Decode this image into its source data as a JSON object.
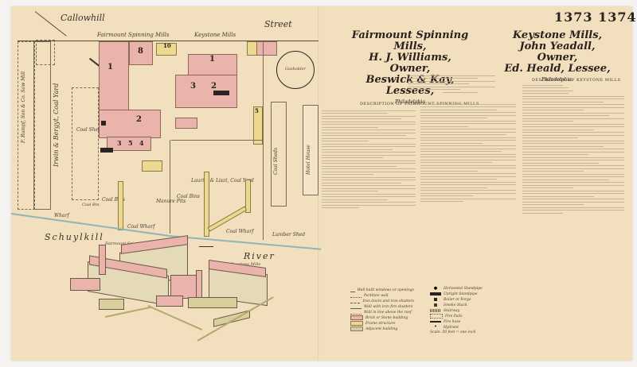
{
  "page": {
    "page_numbers": "1373 1374"
  },
  "map": {
    "streets": {
      "top_left": "Callowhill",
      "top_right": "Street"
    },
    "mill_labels": {
      "fairmount": "Fairmount Spinning Mills",
      "keystone": "Keystone Mills"
    },
    "areas": {
      "coal_yard_left": "Irwin & Bergyt, Coal Yard",
      "coal_shed": "Coal Shed",
      "coal_yard_mid": "Lauritz & Liszt, Coal Yard",
      "coal_bins_left": "Coal Bins",
      "coal_bins_mid": "Coal Bins",
      "manure_pits": "Manure Pits",
      "coal_wharf_left": "Coal Wharf",
      "coal_wharf_mid": "Coal Wharf",
      "coal_sheds_right": "Coal Sheds",
      "gasholder": "Gasholder",
      "hotel_house": "Hotel House",
      "wharf": "Wharf",
      "boat_yard_left": "F. Rumpf, Son & Co. Saw Mill",
      "river_name_left": "Schuylkill",
      "river_name_right": "River",
      "coal_bin_small": "Coal Bin",
      "lumber_shed": "Lumber Shed"
    },
    "building_numbers": [
      "1",
      "2",
      "3",
      "4",
      "5",
      "8",
      "10",
      "1",
      "2",
      "3",
      "5"
    ]
  },
  "bird_view": {
    "label_fairmount": "Fairmount Spinning Mills",
    "label_keystone": "Keystone Mills"
  },
  "right_page": {
    "title_left": {
      "line1": "Fairmount Spinning Mills,",
      "line2": "H. J. Williams, Owner,",
      "line3": "Beswick & Kay, Lessees,",
      "city": "Philadelphia"
    },
    "title_right": {
      "line1": "Keystone Mills,",
      "line2": "John Yeadall, Owner,",
      "line3": "Ed. Heald, Lessee,",
      "city": "Philadelphia."
    },
    "desc_heading_left": "DESCRIPTION OF FAIRMOUNT SPINNING MILLS",
    "desc_heading_right": "DESCRIPTION OF KEYSTONE MILLS",
    "legend_left": [
      {
        "swatch": "#ffffff",
        "label": "Wall built windows or openings"
      },
      {
        "swatch": "#ffffff",
        "label": "Partition wall"
      },
      {
        "swatch": "#ffffff",
        "label": "Iron doors and iron shutters"
      },
      {
        "swatch": "#ffffff",
        "label": "Wall with iron fire shutters"
      },
      {
        "swatch": "#ffffff",
        "label": "Wall in line above the roof"
      },
      {
        "swatch": "#eab4ad",
        "label": "Brick or Stone building"
      },
      {
        "swatch": "#ecd98f",
        "label": "Frame structure"
      },
      {
        "swatch": "#d8c7a8",
        "label": "Adjacent building"
      }
    ],
    "legend_right": [
      {
        "symbol": "●",
        "label": "Horizontal Standpipe"
      },
      {
        "symbol": "▬",
        "label": "Upright Standpipe"
      },
      {
        "symbol": "■",
        "label": "Boiler or Forge"
      },
      {
        "symbol": "▪",
        "label": "Smoke Stack"
      },
      {
        "symbol": "▭",
        "label": "Stairway"
      },
      {
        "symbol": "▭",
        "label": "Fire Pails"
      },
      {
        "symbol": "▬",
        "label": "Fire hose"
      },
      {
        "symbol": "•",
        "label": "Hydrant"
      }
    ],
    "scale_note": "Scale: 50 feet = one inch"
  },
  "colors": {
    "paper": "#f1dfbe",
    "brick": "#eab4ad",
    "frame": "#ecd98f",
    "river": "#8fb5b9",
    "ink": "#2a221c"
  }
}
